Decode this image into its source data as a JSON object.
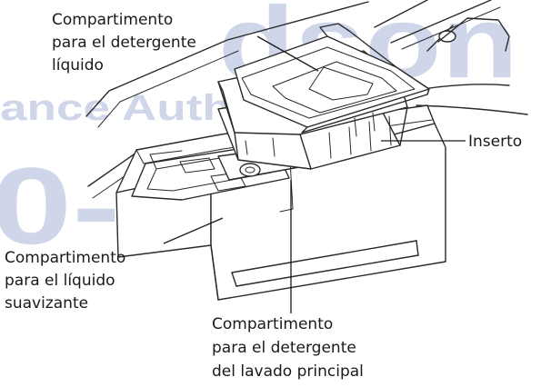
{
  "watermark": {
    "line1": "dson",
    "line2": "ance Authority",
    "line3": "0-355"
  },
  "labels": {
    "liquid_detergent": [
      "Compartimento",
      "para el detergente",
      "líquido"
    ],
    "insert": [
      "Inserto"
    ],
    "softener": [
      "Compartimento",
      "para el líquido",
      "suavizante"
    ],
    "main_wash": [
      "Compartimento",
      "para el detergente",
      "del lavado principal"
    ]
  }
}
